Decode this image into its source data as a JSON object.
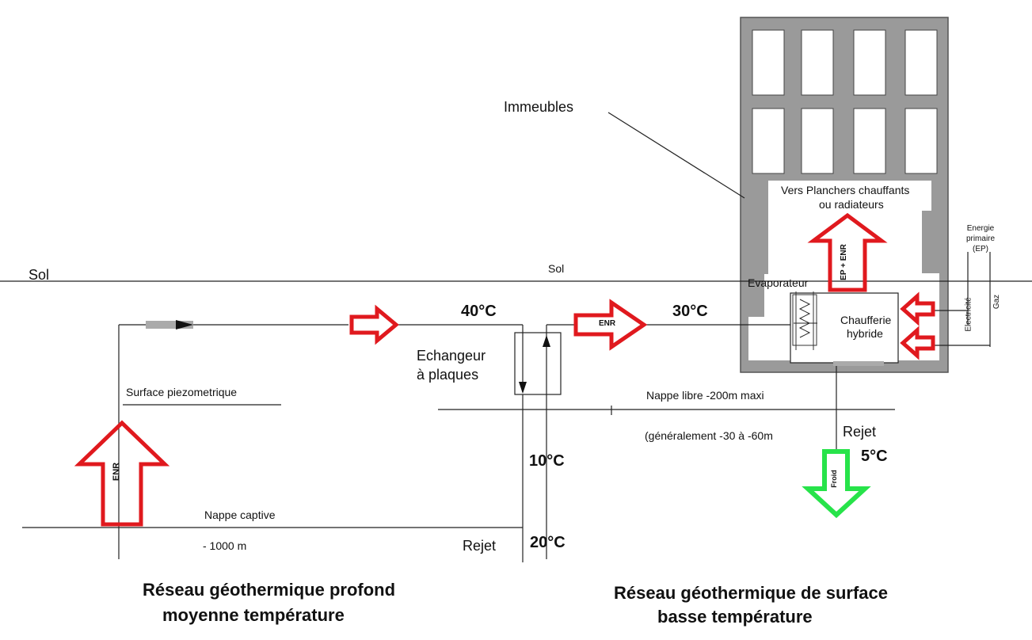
{
  "labels": {
    "sol_left": "Sol",
    "sol_mid": "Sol",
    "immeubles": "Immeubles",
    "vers_planchers_1": "Vers Planchers chauffants",
    "vers_planchers_2": "ou radiateurs",
    "energie_1": "Energie",
    "energie_2": "primaire",
    "energie_3": "(EP)",
    "evaporateur": "Evaporateur",
    "chaufferie_1": "Chaufferie",
    "chaufferie_2": "hybride",
    "electricite": "Electricité",
    "gaz": "Gaz",
    "temp_40": "40°C",
    "temp_30": "30°C",
    "temp_10": "10°C",
    "temp_20": "20°C",
    "temp_5": "5°C",
    "echangeur_1": "Echangeur",
    "echangeur_2": "à plaques",
    "surface_piezo": "Surface piezometrique",
    "nappe_libre": "Nappe libre -200m maxi",
    "generalement": "(généralement -30 à -60m",
    "rejet_right": "Rejet",
    "rejet_left": "Rejet",
    "nappe_captive": "Nappe captive",
    "depth_1000": "- 1000 m",
    "arrow_enr_deep": "ENR",
    "arrow_enr_mid": "ENR",
    "arrow_ep_enr": "EP + ENR",
    "arrow_froid": "Froid"
  },
  "titles": {
    "left_1": "Réseau géothermique profond",
    "left_2": "moyenne température",
    "right_1": "Réseau géothermique de surface",
    "right_2": "basse température"
  },
  "colors": {
    "arrow_red": "#e0191e",
    "arrow_green": "#27e34a",
    "building_gray": "#9a9a9a",
    "line": "#222222"
  }
}
